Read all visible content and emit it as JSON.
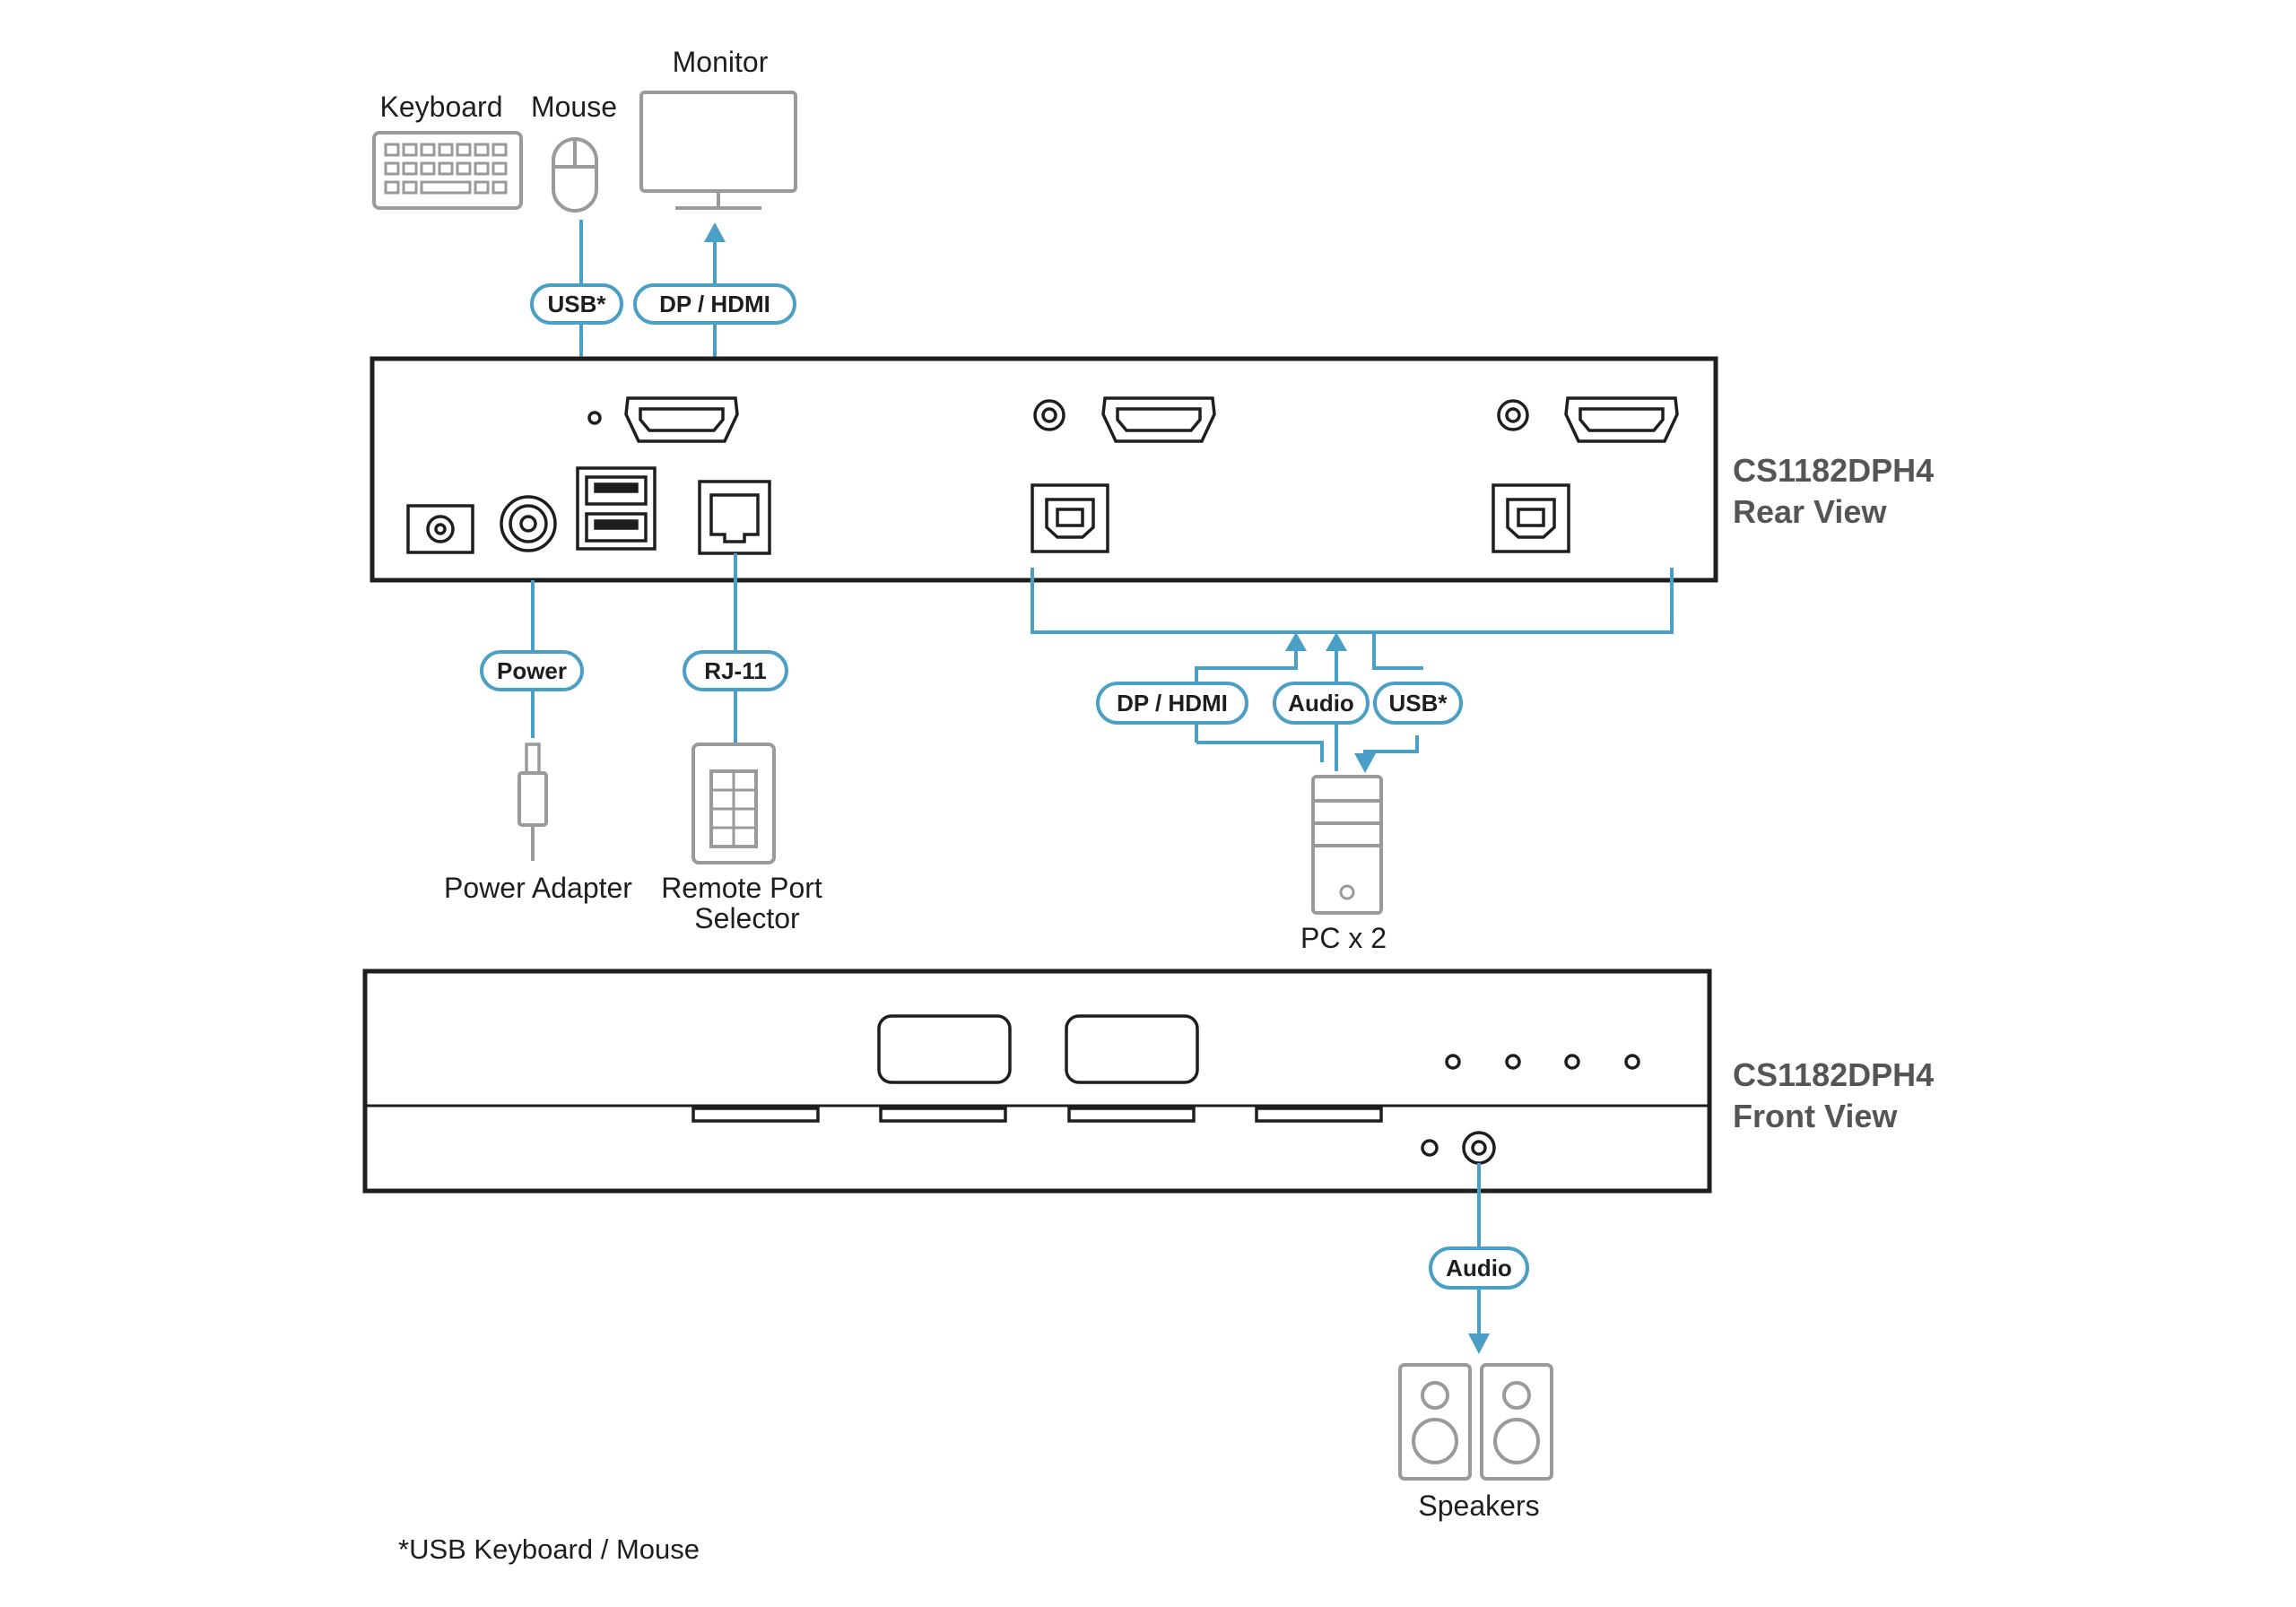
{
  "devices": {
    "keyboard": "Keyboard",
    "mouse": "Mouse",
    "monitor": "Monitor",
    "power_adapter": "Power Adapter",
    "remote_port_selector_line1": "Remote Port",
    "remote_port_selector_line2": "Selector",
    "pc": "PC x 2",
    "speakers": "Speakers"
  },
  "cables": {
    "usb_top": "USB*",
    "dphdmi_top": "DP / HDMI",
    "power": "Power",
    "rj11": "RJ-11",
    "dphdmi_pc": "DP / HDMI",
    "audio_pc": "Audio",
    "usb_pc": "USB*",
    "audio_front": "Audio"
  },
  "views": {
    "rear_model": "CS1182DPH4",
    "rear_label": "Rear View",
    "front_model": "CS1182DPH4",
    "front_label": "Front View"
  },
  "footnote": "*USB Keyboard / Mouse",
  "colors": {
    "cable": "#4a9fc6",
    "device_outline": "#9a9a9a",
    "unit_outline": "#1e1e1e",
    "view_label": "#555555"
  }
}
